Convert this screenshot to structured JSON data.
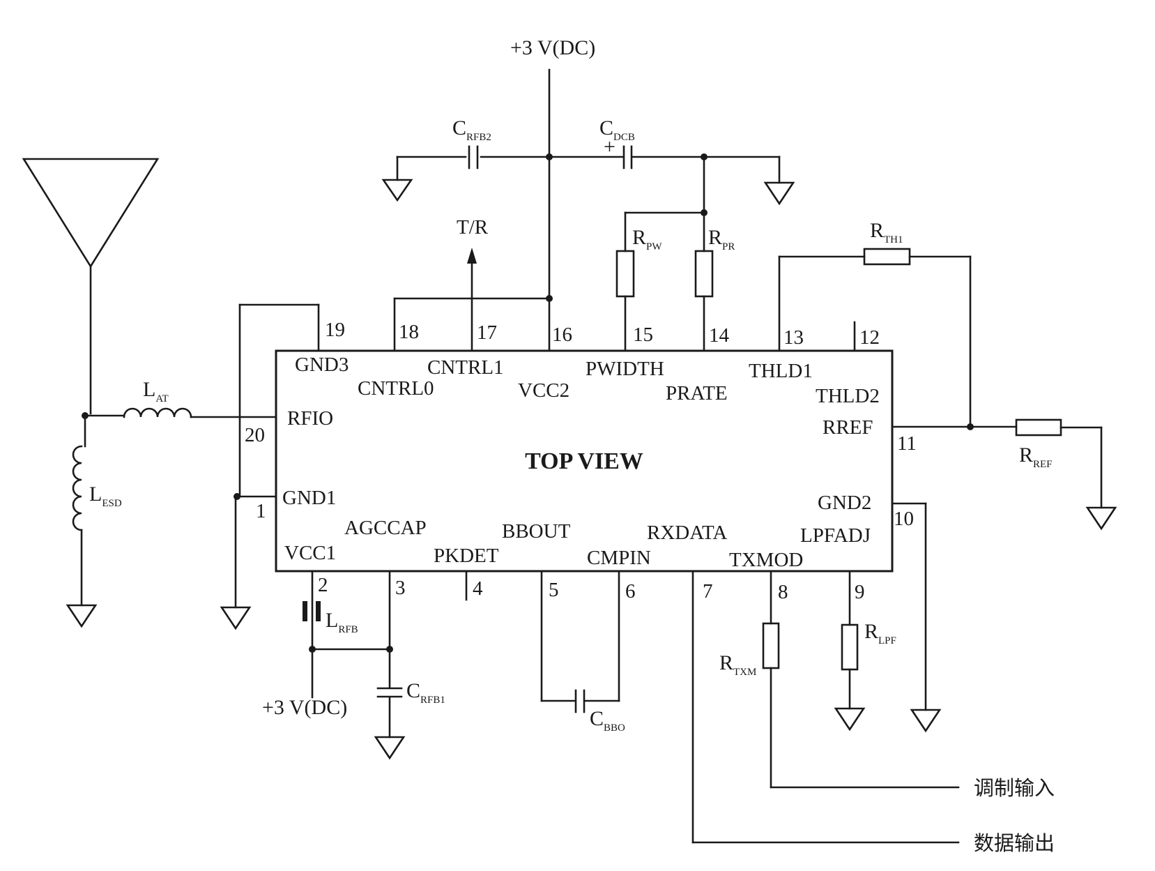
{
  "chip": {
    "title": "TOP VIEW",
    "pin_names": {
      "gnd3": "GND3",
      "cntrl0": "CNTRL0",
      "cntrl1": "CNTRL1",
      "vcc2": "VCC2",
      "pwidth": "PWIDTH",
      "prate": "PRATE",
      "thld1": "THLD1",
      "thld2": "THLD2",
      "rfio": "RFIO",
      "rref": "RREF",
      "gnd1": "GND1",
      "gnd2": "GND2",
      "agccap": "AGCCAP",
      "bbout": "BBOUT",
      "rxdata": "RXDATA",
      "lpfadj": "LPFADJ",
      "vcc1": "VCC1",
      "pkdet": "PKDET",
      "cmpin": "CMPIN",
      "txmod": "TXMOD"
    },
    "pin_numbers": [
      "1",
      "2",
      "3",
      "4",
      "5",
      "6",
      "7",
      "8",
      "9",
      "10",
      "11",
      "12",
      "13",
      "14",
      "15",
      "16",
      "17",
      "18",
      "19",
      "20"
    ]
  },
  "supply": {
    "top": "+3 V(DC)",
    "bottom": "+3 V(DC)"
  },
  "components": {
    "c_rfb2": {
      "main": "C",
      "sub": "RFB2"
    },
    "c_dcb": {
      "main": "C",
      "sub": "DCB",
      "polarity": "+"
    },
    "r_pw": {
      "main": "R",
      "sub": "PW"
    },
    "r_pr": {
      "main": "R",
      "sub": "PR"
    },
    "r_th1": {
      "main": "R",
      "sub": "TH1"
    },
    "r_ref": {
      "main": "R",
      "sub": "REF"
    },
    "l_at": {
      "main": "L",
      "sub": "AT"
    },
    "l_esd": {
      "main": "L",
      "sub": "ESD"
    },
    "l_rfb": {
      "main": "L",
      "sub": "RFB"
    },
    "c_rfb1": {
      "main": "C",
      "sub": "RFB1"
    },
    "c_bbo": {
      "main": "C",
      "sub": "BBO"
    },
    "r_txm": {
      "main": "R",
      "sub": "TXM"
    },
    "r_lpf": {
      "main": "R",
      "sub": "LPF"
    }
  },
  "signals": {
    "tr": "T/R",
    "mod_in": "调制输入",
    "data_out": "数据输出"
  },
  "colors": {
    "ink": "#1a1a1a",
    "paper": "#ffffff"
  }
}
